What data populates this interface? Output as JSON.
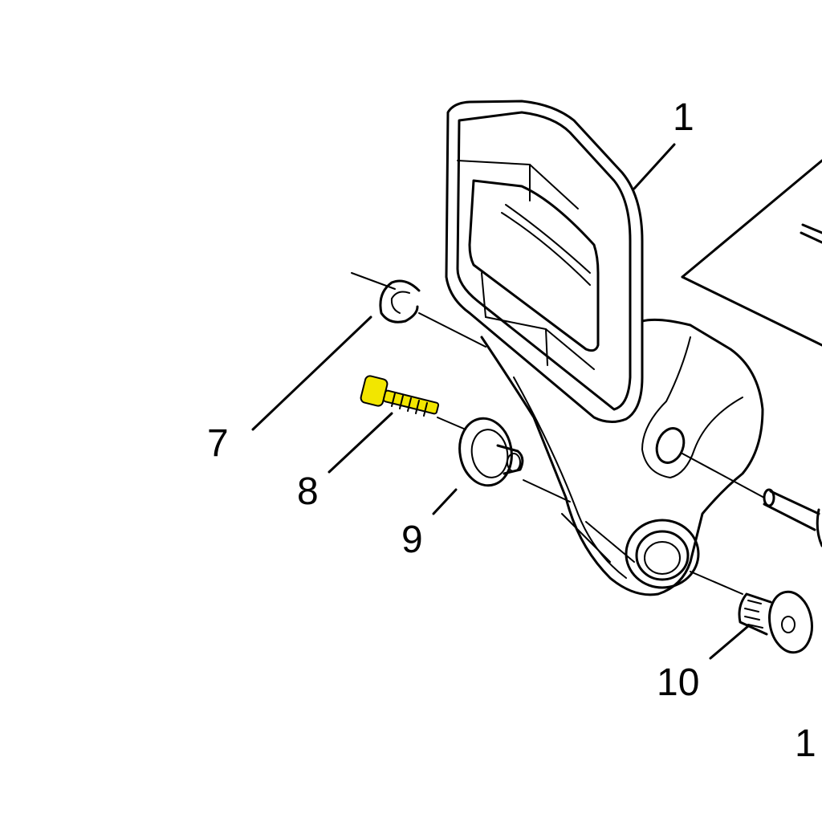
{
  "callouts": [
    {
      "id": "p1",
      "label": "1"
    },
    {
      "id": "p7",
      "label": "7"
    },
    {
      "id": "p8",
      "label": "8"
    },
    {
      "id": "p9",
      "label": "9"
    },
    {
      "id": "p10",
      "label": "10"
    },
    {
      "id": "p11",
      "label": "1"
    }
  ],
  "highlight": {
    "part": "8",
    "color": "#f2e600"
  }
}
